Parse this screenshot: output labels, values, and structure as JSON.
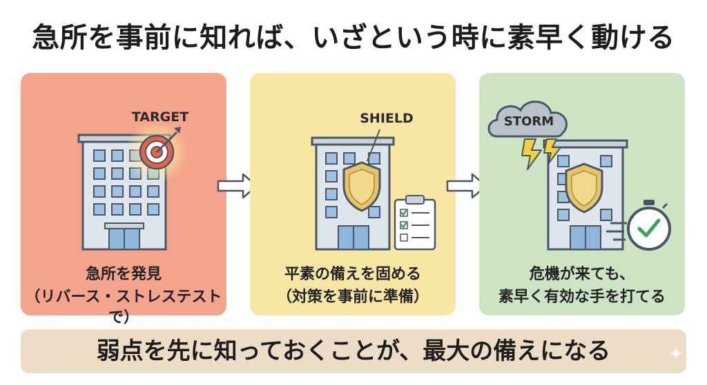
{
  "title": "急所を事前に知れば、いざという時に素早く動ける",
  "panels": [
    {
      "label": "TARGET",
      "caption_line1": "急所を発見",
      "caption_line2": "（リバース・ストレステストで）",
      "color": "#f4a48c"
    },
    {
      "label": "SHIELD",
      "caption_line1": "平素の備えを固める",
      "caption_line2": "（対策を事前に準備）",
      "color": "#f8e7a4"
    },
    {
      "label": "STORM",
      "caption_line1": "危機が来ても、",
      "caption_line2": "素早く有効な手を打てる",
      "color": "#cde4c4"
    }
  ],
  "banner": "弱点を先に知っておくことが、最大の備えになる",
  "icons": [
    "building-icon",
    "target-icon",
    "shield-icon",
    "checklist-icon",
    "storm-cloud-icon",
    "lightning-icon",
    "stopwatch-icon",
    "arrow-right-icon",
    "sparkle-icon"
  ]
}
